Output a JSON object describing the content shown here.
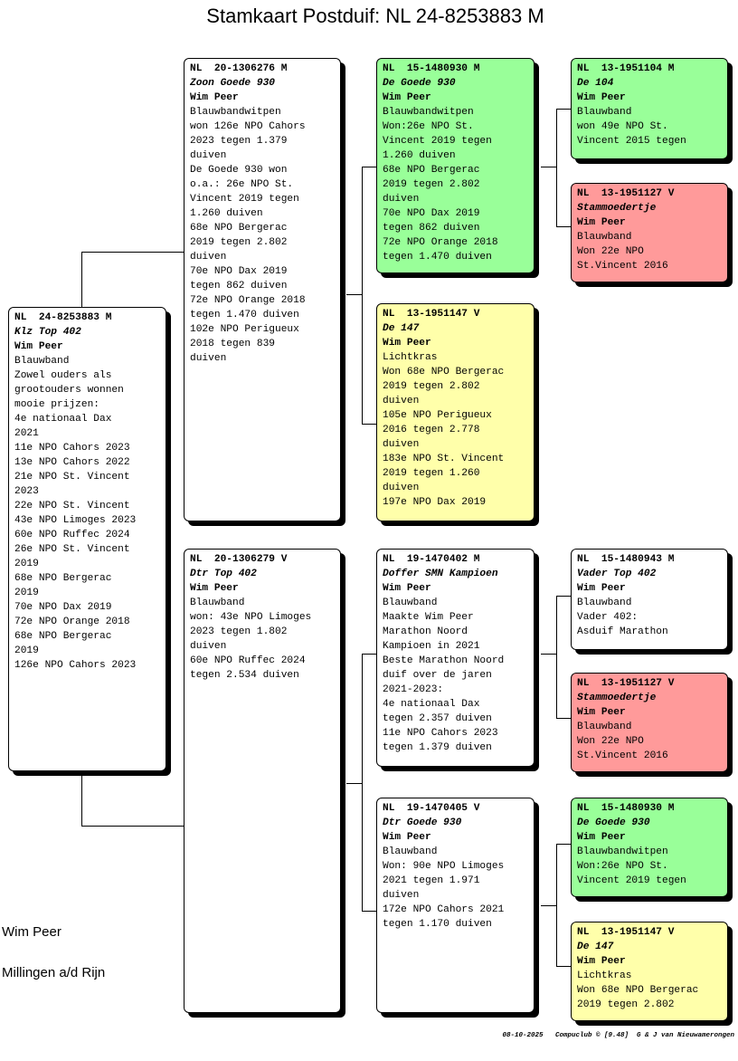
{
  "title": "Stamkaart Postduif: NL  24-8253883 M",
  "owner": {
    "name": "Wim Peer",
    "place": "Millingen a/d Rijn"
  },
  "footer": "08-10-2025   Compuclub © [9.48]  G & J van Nieuwamerongen",
  "colors": {
    "male_green": "#99ff99",
    "female_red": "#ff9a9a",
    "yellow": "#ffffaa",
    "white": "#ffffff"
  },
  "pigeons": {
    "subject": {
      "ring": "NL  24-8253883 M",
      "name": "Klz Top 402",
      "owner": "Wim Peer",
      "color": "Blauwband",
      "note": "Zowel ouders als\ngrootouders wonnen\nmooie prijzen:\n4e nationaal Dax\n2021\n11e NPO Cahors 2023\n13e NPO Cahors 2022\n21e NPO St. Vincent\n2023\n22e NPO St. Vincent\n43e NPO Limoges 2023\n60e NPO Ruffec 2024\n26e NPO St. Vincent\n2019\n68e NPO Bergerac\n2019\n70e NPO Dax 2019\n72e NPO Orange 2018\n68e NPO Bergerac\n2019\n126e NPO Cahors 2023"
    },
    "father": {
      "ring": "NL  20-1306276 M",
      "name": "Zoon Goede 930",
      "owner": "Wim Peer",
      "color": "Blauwbandwitpen",
      "note": "won 126e NPO Cahors\n2023 tegen 1.379\nduiven\nDe Goede 930 won\no.a.: 26e NPO St.\nVincent 2019 tegen\n1.260 duiven\n68e NPO Bergerac\n2019 tegen 2.802\nduiven\n70e NPO Dax 2019\ntegen 862 duiven\n72e NPO Orange 2018\ntegen 1.470 duiven\n102e NPO Perigueux\n2018 tegen 839\nduiven"
    },
    "mother": {
      "ring": "NL  20-1306279 V",
      "name": "Dtr Top 402",
      "owner": "Wim Peer",
      "color": "Blauwband",
      "note": "won: 43e NPO Limoges\n2023 tegen 1.802\nduiven\n60e NPO Ruffec 2024\ntegen 2.534 duiven"
    },
    "ff": {
      "ring": "NL  15-1480930 M",
      "name": "De Goede 930",
      "owner": "Wim Peer",
      "color": "Blauwbandwitpen",
      "note": "Won:26e NPO St.\nVincent 2019 tegen\n1.260 duiven\n68e NPO Bergerac\n2019 tegen 2.802\nduiven\n70e NPO Dax 2019\ntegen 862 duiven\n72e NPO Orange 2018\ntegen 1.470 duiven"
    },
    "fm": {
      "ring": "NL  13-1951147 V",
      "name": "De 147",
      "owner": "Wim Peer",
      "color": "Lichtkras",
      "note": "Won 68e NPO Bergerac\n2019 tegen 2.802\nduiven\n105e NPO Perigueux\n2016 tegen 2.778\nduiven\n183e NPO St. Vincent\n2019 tegen 1.260\nduiven\n197e NPO Dax 2019"
    },
    "mf": {
      "ring": "NL  19-1470402 M",
      "name": "Doffer SMN Kampioen",
      "owner": "Wim Peer",
      "color": "Blauwband",
      "note": "Maakte Wim Peer\nMarathon Noord\nKampioen in 2021\nBeste Marathon Noord\nduif over de jaren\n2021-2023:\n4e nationaal Dax\ntegen 2.357 duiven\n11e NPO Cahors 2023\ntegen 1.379 duiven"
    },
    "mm": {
      "ring": "NL  19-1470405 V",
      "name": "Dtr Goede 930",
      "owner": "Wim Peer",
      "color": "Blauwband",
      "note": "Won: 90e NPO Limoges\n2021 tegen 1.971\nduiven\n172e NPO Cahors 2021\ntegen 1.170 duiven"
    },
    "fff": {
      "ring": "NL  13-1951104 M",
      "name": "De 104",
      "owner": "Wim Peer",
      "color": "Blauwband",
      "note": "won 49e NPO St.\nVincent 2015 tegen"
    },
    "ffm": {
      "ring": "NL  13-1951127 V",
      "name": "Stammoedertje",
      "owner": "Wim Peer",
      "color": "Blauwband",
      "note": "Won 22e NPO\nSt.Vincent 2016"
    },
    "mff": {
      "ring": "NL  15-1480943 M",
      "name": "Vader Top 402",
      "owner": "Wim Peer",
      "color": "Blauwband",
      "note": "Vader 402:\nAsduif Marathon"
    },
    "mfm": {
      "ring": "NL  13-1951127 V",
      "name": "Stammoedertje",
      "owner": "Wim Peer",
      "color": "Blauwband",
      "note": "Won 22e NPO\nSt.Vincent 2016"
    },
    "mmf": {
      "ring": "NL  15-1480930 M",
      "name": "De Goede 930",
      "owner": "Wim Peer",
      "color": "Blauwbandwitpen",
      "note": "Won:26e NPO St.\nVincent 2019 tegen"
    },
    "mmm": {
      "ring": "NL  13-1951147 V",
      "name": "De 147",
      "owner": "Wim Peer",
      "color": "Lichtkras",
      "note": "Won 68e NPO Bergerac\n2019 tegen 2.802"
    }
  }
}
